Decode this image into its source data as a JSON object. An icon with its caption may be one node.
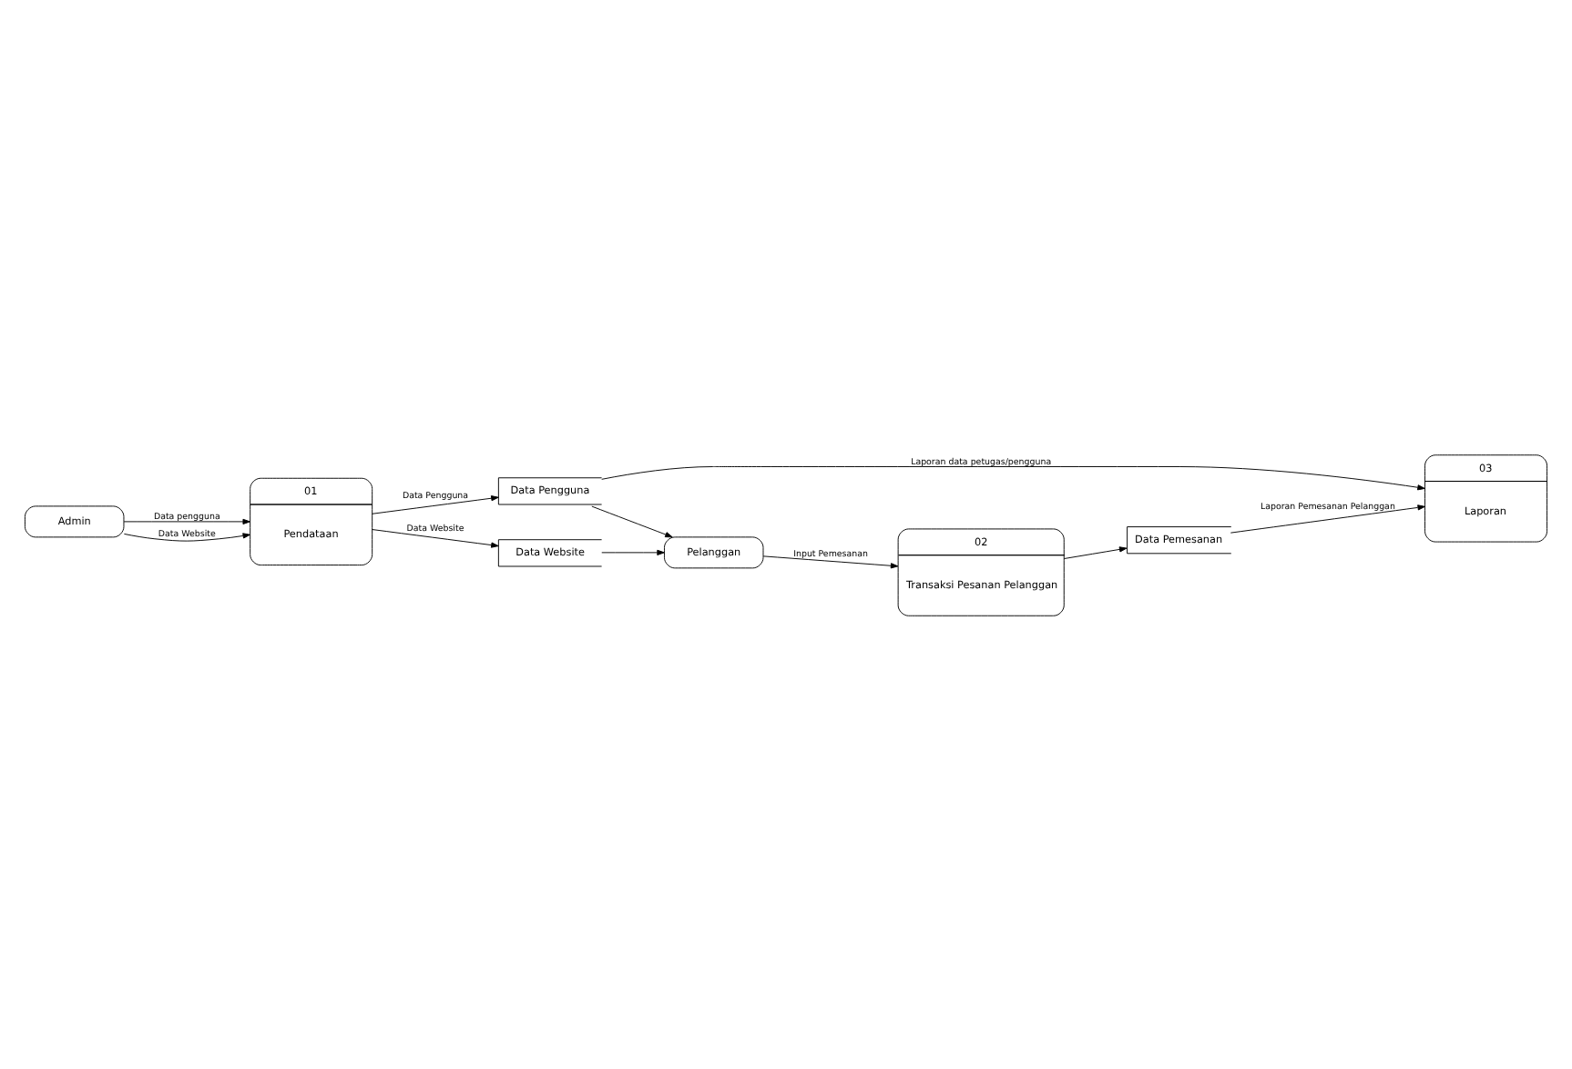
{
  "diagram": {
    "nodes": [
      {
        "text": [
          "Data Pengguna"
        ]
      },
      {
        "text": [
          "01",
          "Pendataan"
        ]
      },
      {
        "text": [
          "Admin"
        ]
      },
      {
        "text": [
          "Data Website"
        ]
      },
      {
        "text": [
          "Pelanggan"
        ]
      },
      {
        "text": [
          "02",
          "Transaksi Pesanan Pelanggan"
        ]
      },
      {
        "text": [
          "Data Pemesanan"
        ]
      },
      {
        "text": [
          "03",
          "Laporan"
        ]
      }
    ],
    "edges": [
      {
        "from": 1,
        "to": 0,
        "arrow": "to",
        "label": "Data Pengguna"
      },
      {
        "from": 2,
        "to": 1,
        "arrow": "to",
        "label": "Data pengguna"
      },
      {
        "from": 2,
        "to": 1,
        "arrow": "to",
        "label": "Data Website"
      },
      {
        "from": 1,
        "to": 3,
        "arrow": "to",
        "label": "Data Website"
      },
      {
        "from": 0,
        "to": 4,
        "arrow": "to"
      },
      {
        "from": 3,
        "to": 4,
        "arrow": "to"
      },
      {
        "from": 4,
        "to": 5,
        "arrow": "to",
        "label": "Input Pemesanan"
      },
      {
        "from": 5,
        "to": 6,
        "arrow": "to"
      },
      {
        "from": 0,
        "to": 7,
        "arrow": "to",
        "label": "Laporan data petugas/pengguna"
      },
      {
        "from": 6,
        "to": 7,
        "arrow": "to",
        "label": "Laporan Pemesanan Pelanggan"
      }
    ]
  }
}
